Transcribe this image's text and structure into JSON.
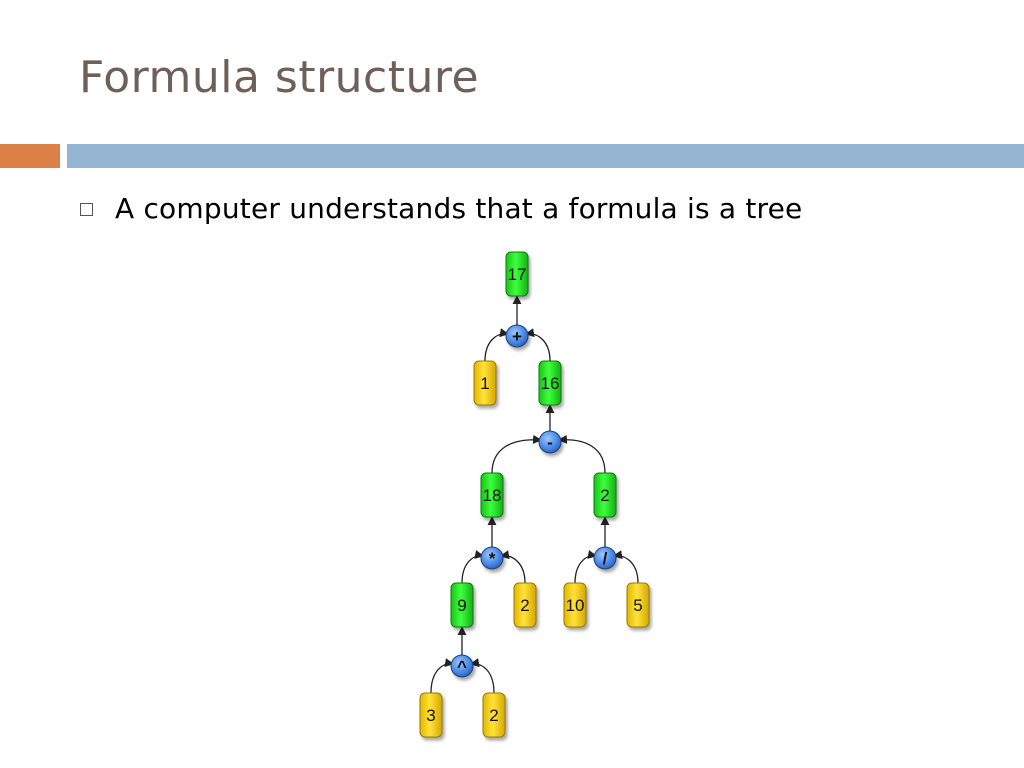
{
  "slide": {
    "title": "Formula structure",
    "bullet": "A computer understands that a formula is a tree"
  },
  "colors": {
    "title": "#6f5f55",
    "accent_orange": "#dd8047",
    "accent_blue": "#94b6d2",
    "result_node": "#1ee61e",
    "leaf_node": "#f5cf0f",
    "operator_node": "#4a8be8"
  },
  "tree": {
    "nodes": [
      {
        "id": "n17",
        "label": "17",
        "kind": "result"
      },
      {
        "id": "opAdd",
        "label": "+",
        "kind": "operator"
      },
      {
        "id": "n1",
        "label": "1",
        "kind": "leaf"
      },
      {
        "id": "n16",
        "label": "16",
        "kind": "result"
      },
      {
        "id": "opSub",
        "label": "-",
        "kind": "operator"
      },
      {
        "id": "n18",
        "label": "18",
        "kind": "result"
      },
      {
        "id": "n2r",
        "label": "2",
        "kind": "result"
      },
      {
        "id": "opMul",
        "label": "*",
        "kind": "operator"
      },
      {
        "id": "opDiv",
        "label": "/",
        "kind": "operator"
      },
      {
        "id": "n9",
        "label": "9",
        "kind": "result"
      },
      {
        "id": "n2a",
        "label": "2",
        "kind": "leaf"
      },
      {
        "id": "n10",
        "label": "10",
        "kind": "leaf"
      },
      {
        "id": "n5",
        "label": "5",
        "kind": "leaf"
      },
      {
        "id": "opPow",
        "label": "^",
        "kind": "operator"
      },
      {
        "id": "n3",
        "label": "3",
        "kind": "leaf"
      },
      {
        "id": "n2b",
        "label": "2",
        "kind": "leaf"
      }
    ],
    "edges": [
      {
        "from": "opAdd",
        "to": "n17"
      },
      {
        "from": "n1",
        "to": "opAdd"
      },
      {
        "from": "n16",
        "to": "opAdd"
      },
      {
        "from": "opSub",
        "to": "n16"
      },
      {
        "from": "n18",
        "to": "opSub"
      },
      {
        "from": "n2r",
        "to": "opSub"
      },
      {
        "from": "opMul",
        "to": "n18"
      },
      {
        "from": "n9",
        "to": "opMul"
      },
      {
        "from": "n2a",
        "to": "opMul"
      },
      {
        "from": "opDiv",
        "to": "n2r"
      },
      {
        "from": "n10",
        "to": "opDiv"
      },
      {
        "from": "n5",
        "to": "opDiv"
      },
      {
        "from": "opPow",
        "to": "n9"
      },
      {
        "from": "n3",
        "to": "opPow"
      },
      {
        "from": "n2b",
        "to": "opPow"
      }
    ]
  }
}
